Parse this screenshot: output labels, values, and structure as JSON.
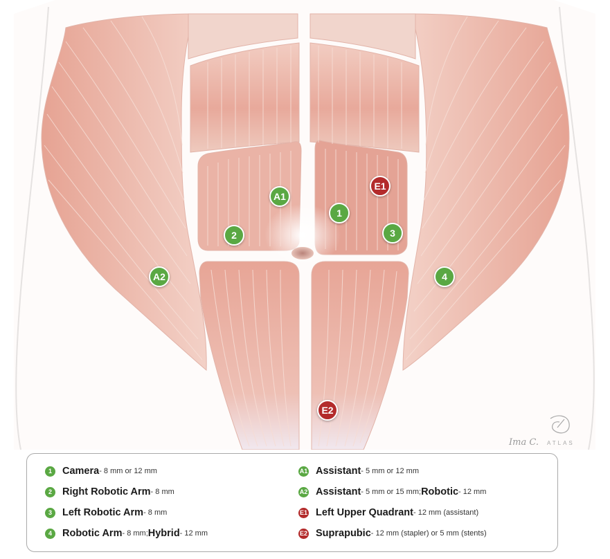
{
  "ports": [
    {
      "id": "1",
      "color": "green"
    },
    {
      "id": "2",
      "color": "green"
    },
    {
      "id": "3",
      "color": "green"
    },
    {
      "id": "4",
      "color": "green"
    },
    {
      "id": "A1",
      "color": "green"
    },
    {
      "id": "A2",
      "color": "green"
    },
    {
      "id": "E1",
      "color": "red"
    },
    {
      "id": "E2",
      "color": "red"
    }
  ],
  "signature": "Ima C.",
  "watermark": "ATLAS",
  "legend": {
    "left": [
      {
        "badge": "1",
        "color": "green",
        "title": "Camera",
        "detail": " - 8 mm or 12 mm",
        "title2": "",
        "detail2": ""
      },
      {
        "badge": "2",
        "color": "green",
        "title": "Right Robotic Arm",
        "detail": " - 8 mm",
        "title2": "",
        "detail2": ""
      },
      {
        "badge": "3",
        "color": "green",
        "title": "Left Robotic Arm",
        "detail": " - 8 mm",
        "title2": "",
        "detail2": ""
      },
      {
        "badge": "4",
        "color": "green",
        "title": "Robotic Arm",
        "detail": " - 8 mm; ",
        "title2": "Hybrid",
        "detail2": " - 12 mm"
      }
    ],
    "right": [
      {
        "badge": "A1",
        "color": "green",
        "title": "Assistant",
        "detail": " - 5 mm or 12 mm",
        "title2": "",
        "detail2": ""
      },
      {
        "badge": "A2",
        "color": "green",
        "title": "Assistant",
        "detail": " - 5 mm or 15 mm; ",
        "title2": "Robotic",
        "detail2": " - 12 mm"
      },
      {
        "badge": "E1",
        "color": "red",
        "title": "Left Upper Quadrant",
        "detail": " - 12 mm (assistant)",
        "title2": "",
        "detail2": ""
      },
      {
        "badge": "E2",
        "color": "red",
        "title": "Suprapubic",
        "detail": " - 12 mm (stapler) or 5 mm (stents)",
        "title2": "",
        "detail2": ""
      }
    ]
  }
}
